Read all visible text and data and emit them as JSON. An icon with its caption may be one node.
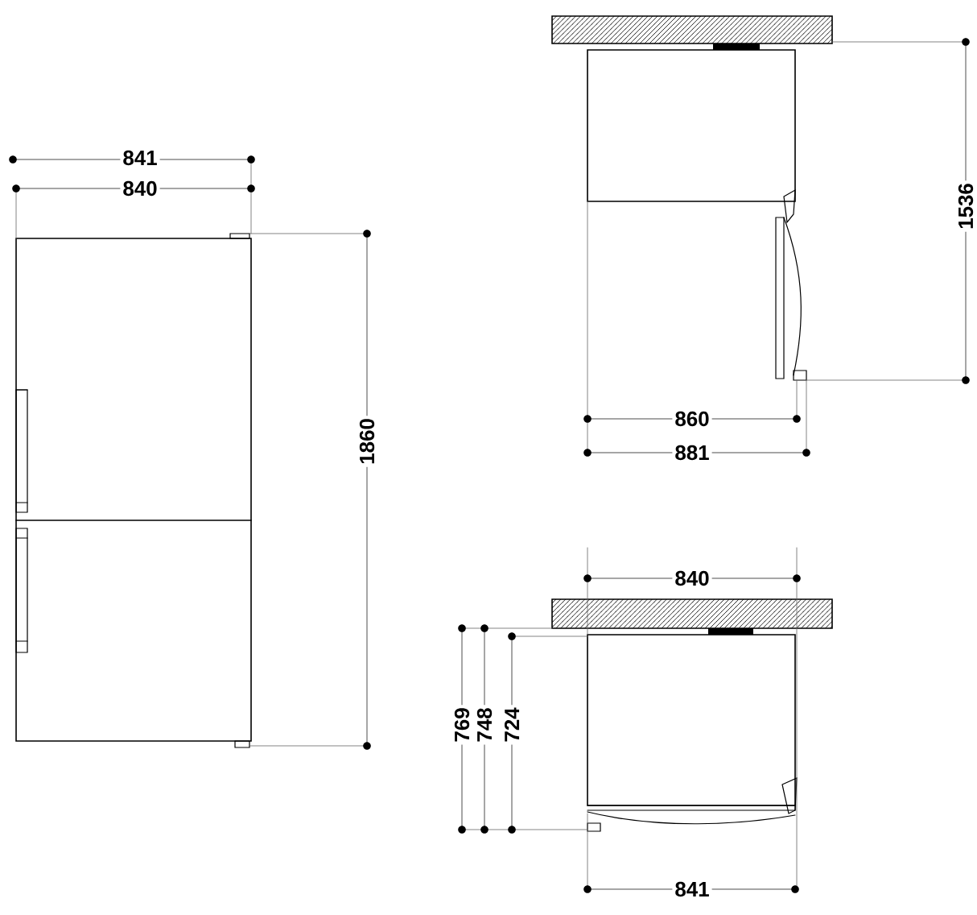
{
  "diagram": {
    "labels": [
      "841",
      "840",
      "1536",
      "1860",
      "860",
      "881",
      "840",
      "769",
      "748",
      "724",
      "841"
    ]
  }
}
